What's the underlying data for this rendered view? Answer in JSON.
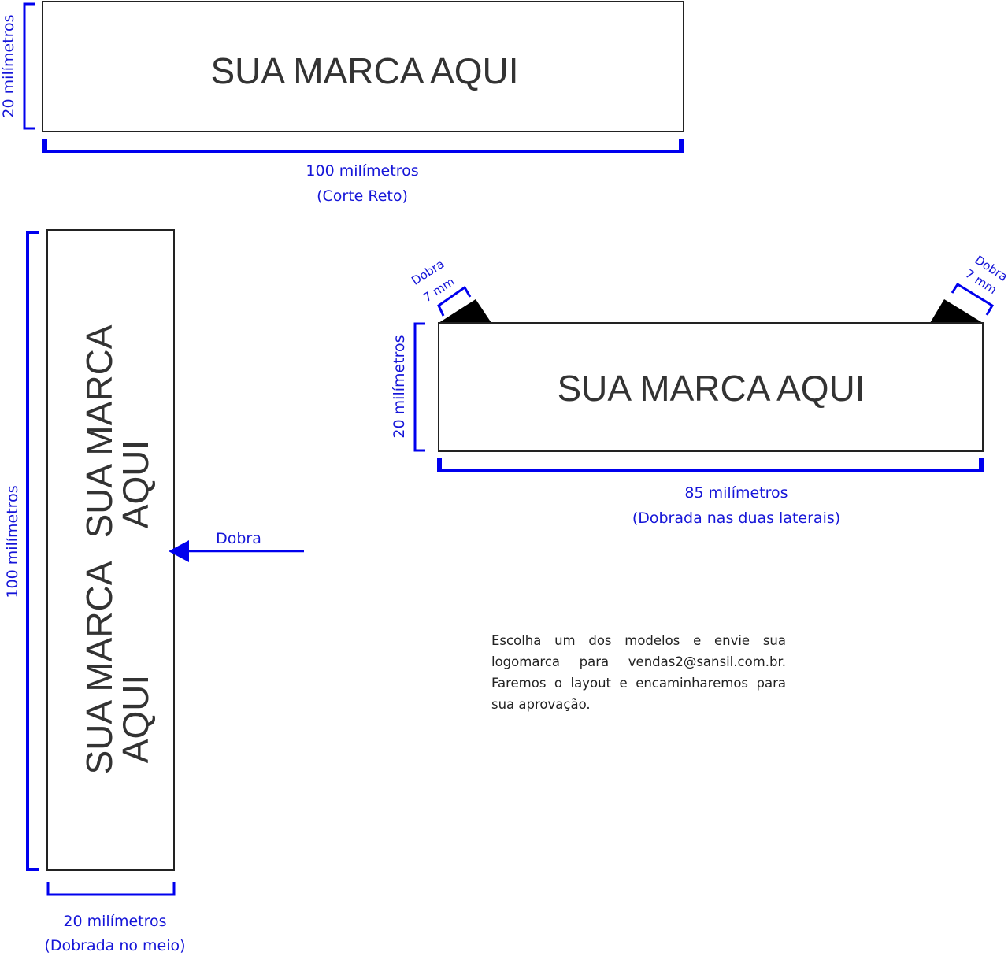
{
  "colors": {
    "dimension": "#0000ee",
    "dimension_text": "#1515d8",
    "outline": "#222222",
    "brand_text": "#333333",
    "fold_tab": "#000000"
  },
  "model_straight": {
    "brand_text": "SUA MARCA AQUI",
    "height_label": "20 milímetros",
    "width_label": "100 milímetros",
    "cut_label": "(Corte Reto)"
  },
  "model_middle_fold": {
    "brand_line1": "SUA MARCA",
    "brand_line2": "AQUI",
    "length_label": "100 milímetros",
    "width_label": "20 milímetros",
    "fold_label": "(Dobrada no meio)",
    "fold_arrow_label": "Dobra"
  },
  "model_side_folds": {
    "brand_text": "SUA MARCA AQUI",
    "height_label": "20 milímetros",
    "width_label": "85 milímetros",
    "fold_label": "(Dobrada nas duas laterais)",
    "left_fold": {
      "label": "Dobra",
      "size": "7 mm"
    },
    "right_fold": {
      "label": "Dobra",
      "size": "7 mm"
    }
  },
  "note": {
    "text": "Escolha um dos modelos e envie sua logomarca para vendas2@sansil.com.br. Faremos o layout e encaminharemos para sua aprovação."
  }
}
